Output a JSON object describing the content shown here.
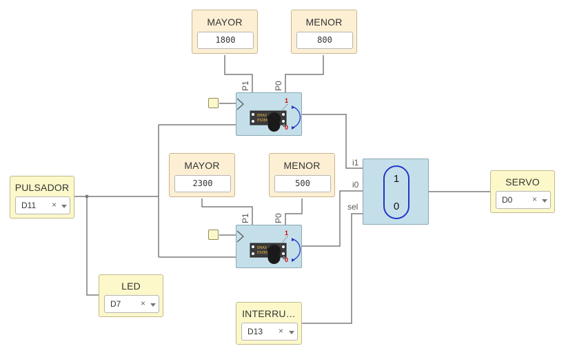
{
  "blocks": {
    "mayor_top": {
      "title": "MAYOR",
      "value": "1800"
    },
    "menor_top": {
      "title": "MENOR",
      "value": "800"
    },
    "mayor_bottom": {
      "title": "MAYOR",
      "value": "2300"
    },
    "menor_bottom": {
      "title": "MENOR",
      "value": "500"
    },
    "pulsador": {
      "title": "PULSADOR",
      "pin": "D11"
    },
    "led": {
      "title": "LED",
      "pin": "D7"
    },
    "interruptor": {
      "title": "INTERRU…",
      "pin": "D13"
    },
    "servo": {
      "title": "SERVO",
      "pin": "D0"
    }
  },
  "servo_modules": {
    "top": {
      "p1": "P1",
      "p0": "P0",
      "label_1": "1",
      "label_0": "0"
    },
    "bottom": {
      "p1": "P1",
      "p0": "P0",
      "label_1": "1",
      "label_0": "0"
    }
  },
  "mux": {
    "port_i1": "i1",
    "port_i0": "i0",
    "port_sel": "sel",
    "value_1": "1",
    "value_0": "0"
  },
  "select_clear_symbol": "×",
  "icons": {
    "servo": "servo-motor-icon",
    "caret": "chevron-down-icon",
    "clear": "close-icon"
  },
  "colors": {
    "wire": "#7a7a7a",
    "mux_pill": "#1f35c7",
    "servo_block": "#c4dfea",
    "const_block": "#fcefd3",
    "io_block": "#fcf8c9"
  }
}
